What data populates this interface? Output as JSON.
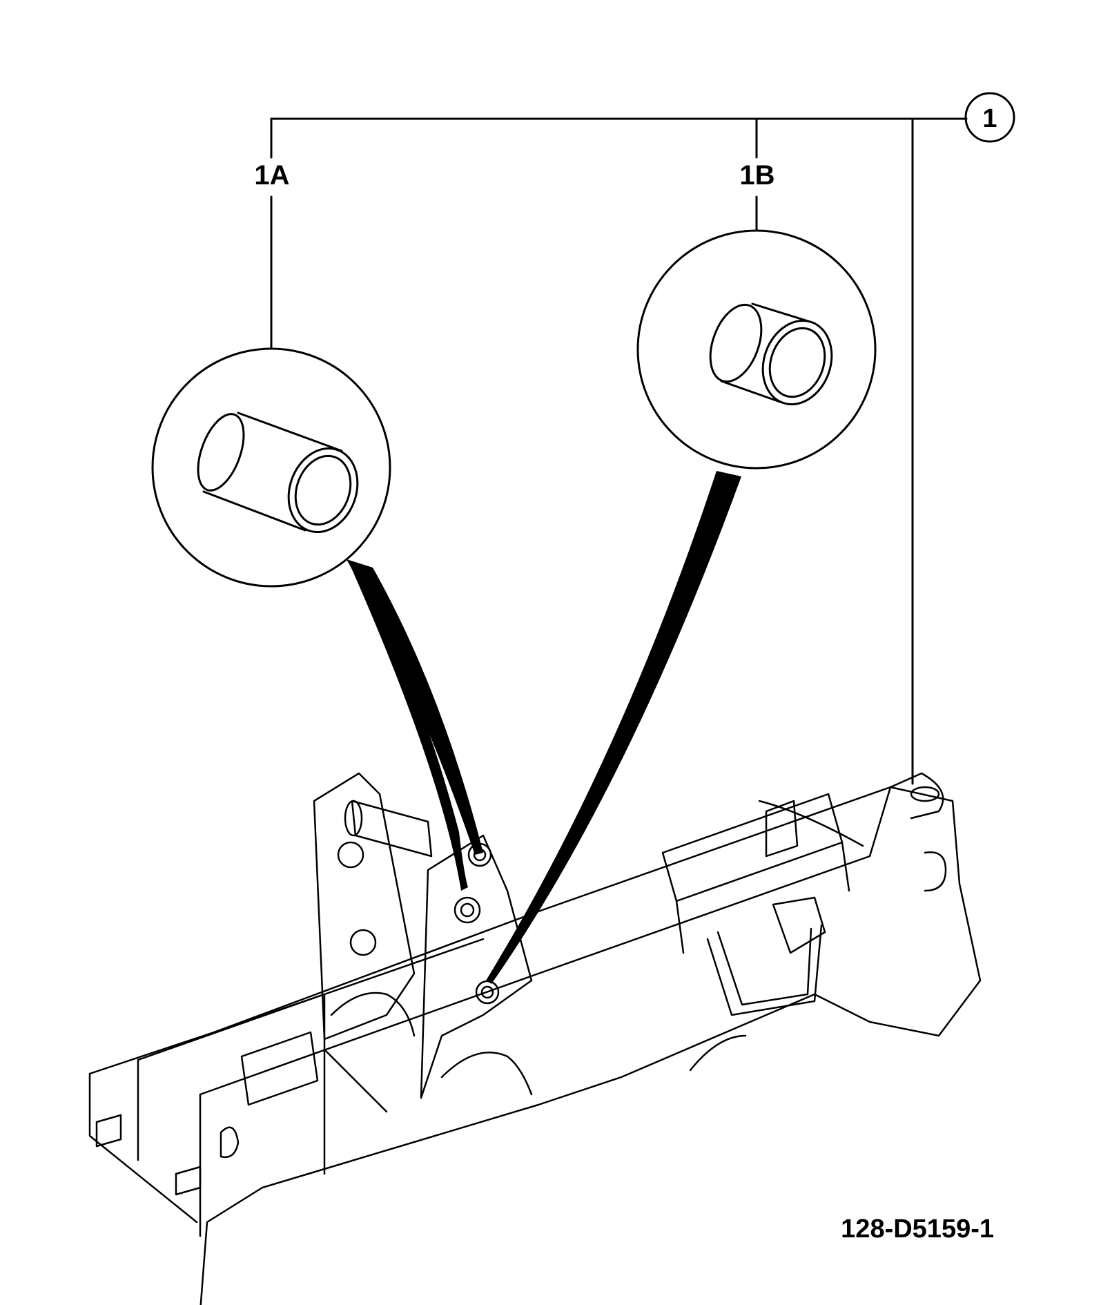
{
  "callouts": {
    "main": "1",
    "sub_a": "1A",
    "sub_b": "1B"
  },
  "drawing_number": "128-D5159-1",
  "colors": {
    "line": "#000000",
    "background": "#ffffff"
  }
}
